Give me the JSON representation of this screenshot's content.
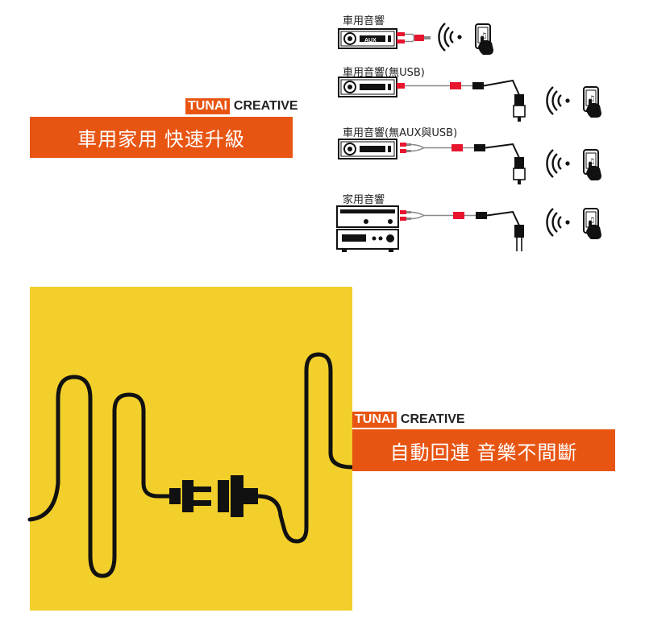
{
  "top_section": {
    "brand": {
      "part1": "TUNAI",
      "part2": "CREATIVE"
    },
    "banner_text": "車用家用 快速升級",
    "diagram": {
      "labels": [
        "車用音響",
        "車用音響(無USB)",
        "車用音響(無AUX與USB)",
        "家用音響"
      ],
      "aux_tag": "AUX"
    }
  },
  "bottom_section": {
    "brand": {
      "part1": "TUNAI",
      "part2": "CREATIVE"
    },
    "banner_text": "自動回連 音樂不間斷"
  },
  "colors": {
    "accent": "#e85513",
    "yellow": "#f2cf2a",
    "cable_red": "#e8152f"
  }
}
